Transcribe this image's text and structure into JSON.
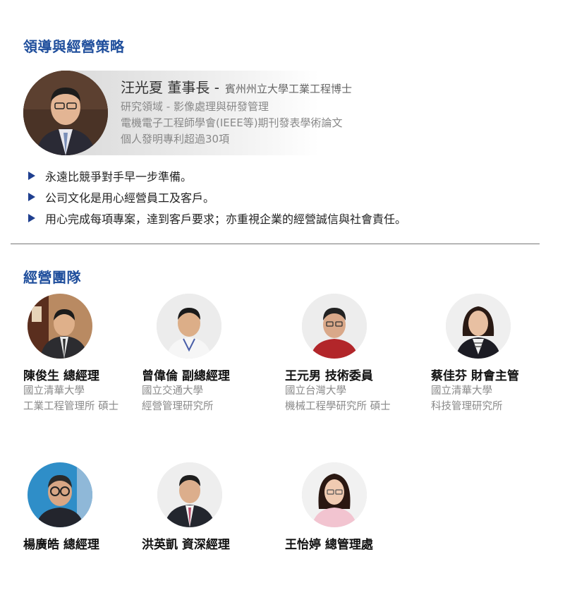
{
  "strategy": {
    "title": "領導與經營策略",
    "chairman": {
      "name_title": "汪光夏 董事長 -",
      "degree": "賓州州立大學工業工程博士",
      "details": [
        "研究領域 - 影像處理與研發管理",
        "電機電子工程師學會(IEEE等)期刊發表學術論文",
        "個人發明專利超過30項"
      ]
    },
    "bullets": [
      "永遠比競爭對手早一步準備。",
      "公司文化是用心經營員工及客戶。",
      "用心完成每項專案，達到客戶要求；亦重視企業的經營誠信與社會責任。"
    ]
  },
  "team": {
    "title": "經營團隊",
    "members": [
      {
        "name": "陳俊生 總經理",
        "line1": "國立清華大學",
        "line2": "工業工程管理所 碩士"
      },
      {
        "name": "曾偉倫 副總經理",
        "line1": "國立交通大學",
        "line2": "經營管理研究所"
      },
      {
        "name": "王元男 技術委員",
        "line1": "國立台灣大學",
        "line2": "機械工程學研究所 碩士"
      },
      {
        "name": "蔡佳芬 財會主管",
        "line1": "國立清華大學",
        "line2": "科技管理研究所"
      },
      {
        "name": "楊廣皓 總經理"
      },
      {
        "name": "洪英凱 資深經理"
      },
      {
        "name": "王怡婷 總管理處"
      }
    ]
  },
  "colors": {
    "title_blue": "#1f4e9c",
    "bullet_navy": "#1f3f8f",
    "muted_text": "#8a8a8a"
  },
  "icons": {
    "bullet": "triangle-right-icon"
  }
}
